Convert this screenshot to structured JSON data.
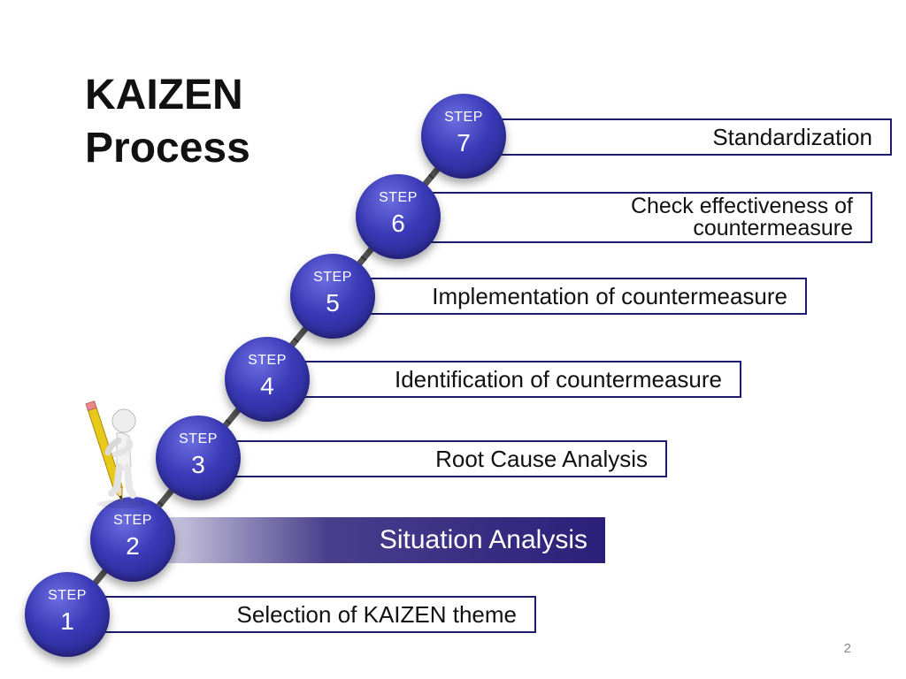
{
  "title": {
    "line1": "KAIZEN",
    "line2": "Process"
  },
  "steps": [
    {
      "label": "STEP",
      "number": "1",
      "text": "Selection of KAIZEN theme"
    },
    {
      "label": "STEP",
      "number": "2",
      "text": "Situation Analysis",
      "highlighted": true
    },
    {
      "label": "STEP",
      "number": "3",
      "text": "Root Cause Analysis"
    },
    {
      "label": "STEP",
      "number": "4",
      "text": "Identification of countermeasure"
    },
    {
      "label": "STEP",
      "number": "5",
      "text": "Implementation of countermeasure"
    },
    {
      "label": "STEP",
      "number": "6",
      "text_line1": "Check effectiveness of",
      "text_line2": "countermeasure"
    },
    {
      "label": "STEP",
      "number": "7",
      "text": "Standardization"
    }
  ],
  "page_number": "2",
  "colors": {
    "circle": "#2e2a9a",
    "box_border": "#1e1c6e",
    "highlight": "#3b2f82"
  },
  "icons": [
    "stick-figure-with-pencil-icon"
  ]
}
